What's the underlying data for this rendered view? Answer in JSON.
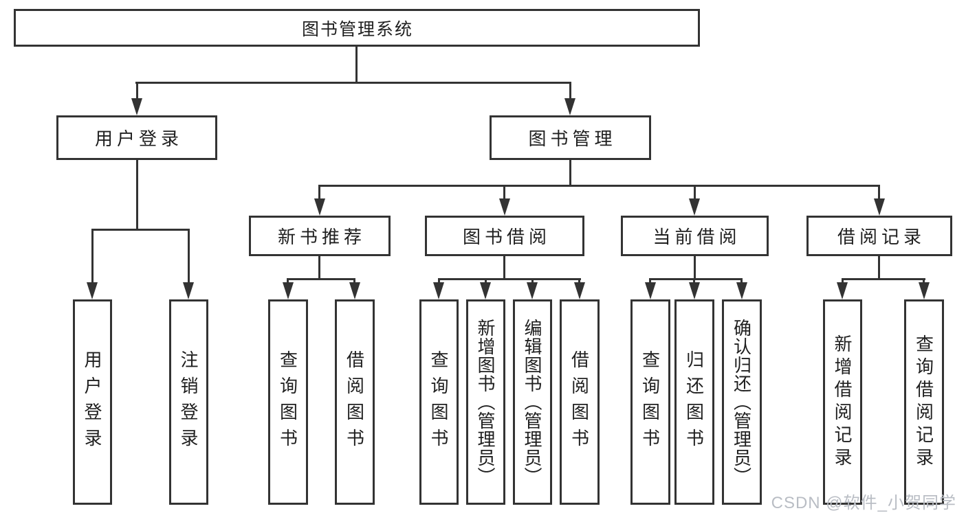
{
  "tree": {
    "root": {
      "label": "图书管理系统"
    },
    "branches": [
      {
        "label": "用户登录",
        "children": [
          "用户登录",
          "注销登录"
        ]
      },
      {
        "label": "图书管理",
        "sections": [
          {
            "label": "新书推荐",
            "children": [
              "查询图书",
              "借阅图书"
            ]
          },
          {
            "label": "图书借阅",
            "children": [
              "查询图书",
              "新增图书（管理员）",
              "编辑图书（管理员）",
              "借阅图书"
            ]
          },
          {
            "label": "当前借阅",
            "children": [
              "查询图书",
              "归还图书",
              "确认归还（管理员）"
            ]
          },
          {
            "label": "借阅记录",
            "children": [
              "新增借阅记录",
              "查询借阅记录"
            ]
          }
        ]
      }
    ]
  },
  "watermark": {
    "text": "CSDN @软件_小贺同学"
  },
  "colors": {
    "line": "#333333",
    "text": "#1f1f1f",
    "background": "#ffffff",
    "watermark": "#b9bdc4"
  }
}
